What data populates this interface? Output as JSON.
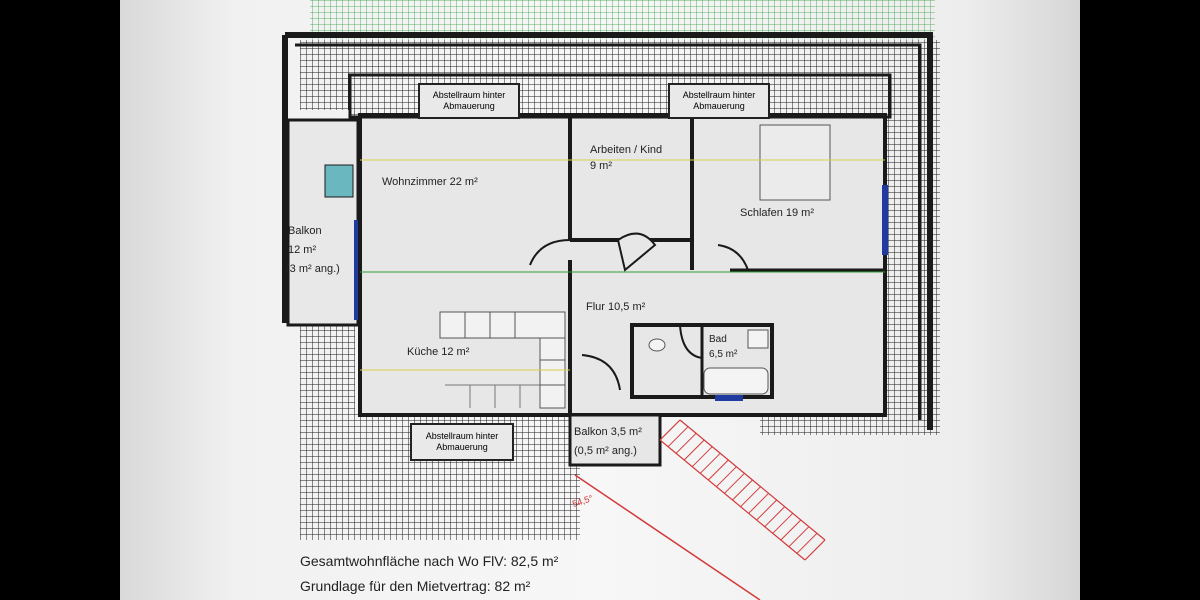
{
  "plan": {
    "rooms": {
      "wohnzimmer": "Wohnzimmer 22 m²",
      "kueche": "Küche 12 m²",
      "arbeiten_line1": "Arbeiten / Kind",
      "arbeiten_line2": "9 m²",
      "schlafen": "Schlafen 19 m²",
      "flur": "Flur 10,5 m²",
      "bad_line1": "Bad",
      "bad_line2": "6,5 m²",
      "balkon_west_line1": "Balkon",
      "balkon_west_line2": "12 m²",
      "balkon_west_line3": "(3 m² ang.)",
      "balkon_south_line1": "Balkon 3,5 m²",
      "balkon_south_line2": "(0,5 m² ang.)"
    },
    "storage": {
      "line1": "Abstellraum hinter",
      "line2": "Abmauerung"
    },
    "angle": "54,5°"
  },
  "footer": {
    "line1": "Gesamtwohnfläche nach Wo FlV: 82,5 m²",
    "line2": "Grundlage für den Mietvertrag: 82 m²"
  },
  "colors": {
    "wall": "#1a1a1a",
    "grid": "#1a1a1a",
    "grid_green": "#2e9e3e",
    "window_blue": "#1f3aa0",
    "stair_red": "#d23a3a",
    "paper": "#f4f4f4"
  }
}
